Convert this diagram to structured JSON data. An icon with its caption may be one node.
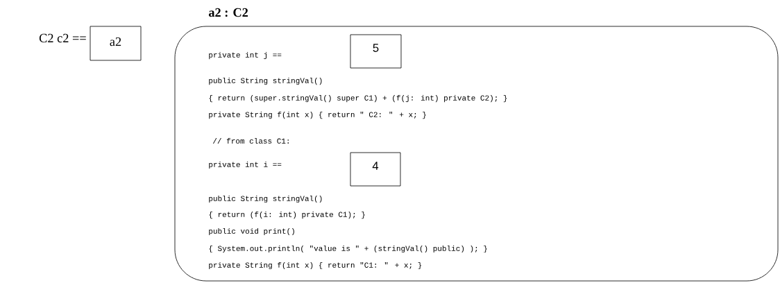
{
  "diagram": {
    "nodes": [
      {
        "text": [
          "a2"
        ],
        "beside": [
          "C2 c2 =="
        ]
      },
      {
        "text": [
          "a2 : C2",
          "private int j ==",
          "public String stringVal()",
          "{ return (super.stringVal() super C1) + (f(j: int) private C2); }",
          "private String f(int x) { return \" C2: \" + x; }",
          "// from class C1:",
          "private int i ==",
          "public String stringVal()",
          "{ return (f(i: int) private C1); }",
          "public void print()",
          "{ System.out.println( \"value is \" + (stringVal() public) ); }",
          "private String f(int x) { return \"C1: \" + x; }"
        ]
      },
      {
        "text": [
          "5"
        ],
        "in": 1
      },
      {
        "text": [
          "4"
        ],
        "in": 1
      }
    ]
  }
}
